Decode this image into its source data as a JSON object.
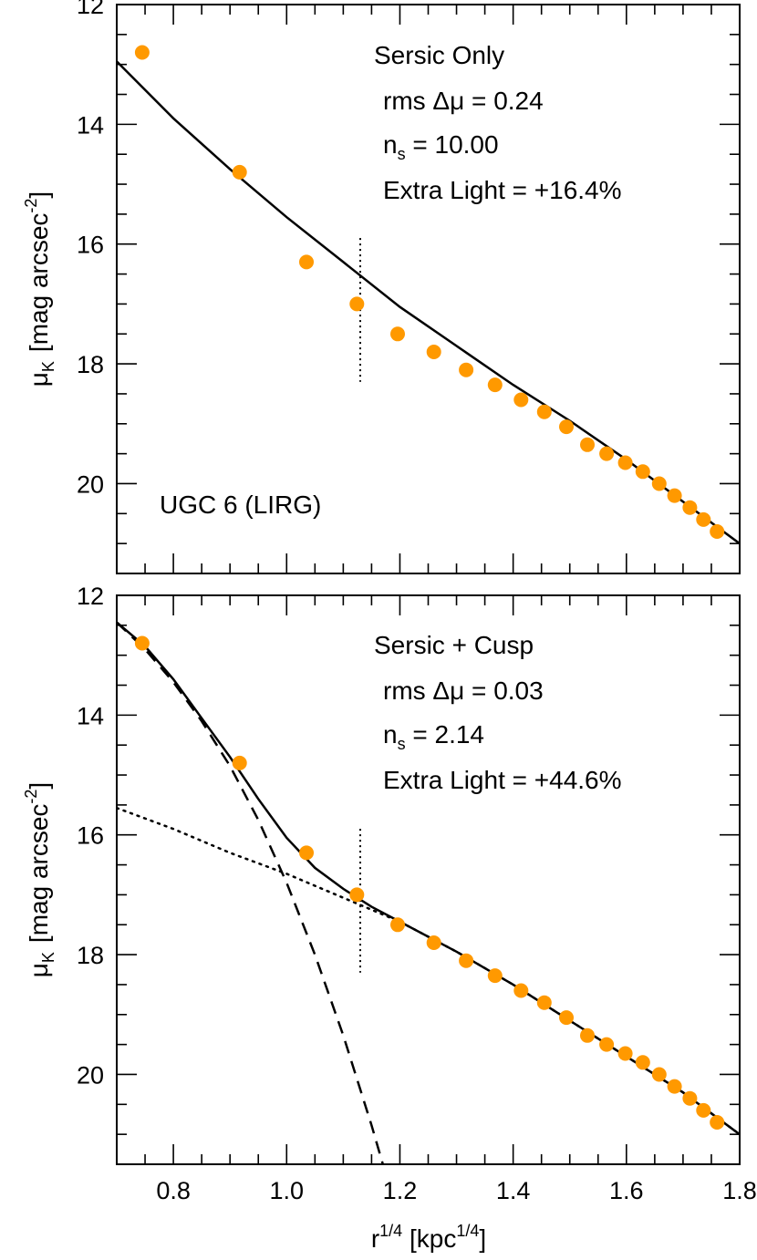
{
  "chart_data": [
    {
      "type": "scatter",
      "panel": "top",
      "xlim": [
        0.7,
        1.8
      ],
      "ylim": [
        21.5,
        12.0
      ],
      "y_inverted": true,
      "yticks": [
        "12",
        "14",
        "16",
        "18",
        "20"
      ],
      "ylabel_prefix": "μ",
      "ylabel_sub": "K",
      "ylabel_main": "[mag arcsec",
      "ylabel_sup": "-2",
      "ylabel_close": "]",
      "annotations": {
        "model": "Sersic Only",
        "rms_prefix": "rms Δμ = ",
        "rms_value": "0.24",
        "n_base": "n",
        "n_sub": "s",
        "n_eq": " = ",
        "n_value": "10.00",
        "extra_prefix": "Extra Light = ",
        "extra_value": "+16.4%",
        "galaxy": "UGC 6 (LIRG)"
      },
      "marker_color": "#ff9900",
      "points": {
        "x": [
          0.745,
          0.917,
          1.035,
          1.124,
          1.196,
          1.26,
          1.317,
          1.368,
          1.414,
          1.455,
          1.494,
          1.531,
          1.565,
          1.598,
          1.629,
          1.658,
          1.685,
          1.712,
          1.736,
          1.76
        ],
        "y": [
          12.8,
          14.8,
          16.3,
          17.0,
          17.5,
          17.8,
          18.1,
          18.35,
          18.6,
          18.8,
          19.05,
          19.35,
          19.5,
          19.65,
          19.8,
          20.0,
          20.2,
          20.4,
          20.6,
          20.8
        ]
      },
      "curves": [
        {
          "style": "solid",
          "x": [
            0.7,
            0.8,
            0.9,
            1.0,
            1.1,
            1.2,
            1.3,
            1.4,
            1.5,
            1.6,
            1.7,
            1.8
          ],
          "y": [
            12.95,
            13.9,
            14.75,
            15.55,
            16.3,
            17.05,
            17.7,
            18.35,
            18.95,
            19.6,
            20.3,
            21.0
          ]
        }
      ],
      "cut_x": 1.13,
      "cut_y": [
        15.9,
        18.3
      ]
    },
    {
      "type": "scatter",
      "panel": "bottom",
      "xlim": [
        0.7,
        1.8
      ],
      "ylim": [
        21.5,
        12.0
      ],
      "y_inverted": true,
      "xticks": [
        "0.8",
        "1.0",
        "1.2",
        "1.4",
        "1.6",
        "1.8"
      ],
      "yticks": [
        "12",
        "14",
        "16",
        "18",
        "20"
      ],
      "xlabel_base": "r",
      "xlabel_sup": "1/4",
      "xlabel_main": "  [kpc",
      "xlabel_sup2": "1/4",
      "xlabel_close": "]",
      "ylabel_prefix": "μ",
      "ylabel_sub": "K",
      "ylabel_main": "[mag arcsec",
      "ylabel_sup": "-2",
      "ylabel_close": "]",
      "annotations": {
        "model": "Sersic + Cusp",
        "rms_prefix": "rms Δμ = ",
        "rms_value": "0.03",
        "n_base": "n",
        "n_sub": "s",
        "n_eq": " = ",
        "n_value": "2.14",
        "extra_prefix": "Extra Light = ",
        "extra_value": "+44.6%"
      },
      "marker_color": "#ff9900",
      "points": {
        "x": [
          0.745,
          0.917,
          1.035,
          1.124,
          1.196,
          1.26,
          1.317,
          1.368,
          1.414,
          1.455,
          1.494,
          1.531,
          1.565,
          1.598,
          1.629,
          1.658,
          1.685,
          1.712,
          1.736,
          1.76
        ],
        "y": [
          12.8,
          14.8,
          16.3,
          17.0,
          17.5,
          17.8,
          18.1,
          18.35,
          18.6,
          18.8,
          19.05,
          19.35,
          19.5,
          19.65,
          19.8,
          20.0,
          20.2,
          20.4,
          20.6,
          20.8
        ]
      },
      "curves": [
        {
          "style": "solid",
          "x": [
            0.7,
            0.75,
            0.8,
            0.85,
            0.9,
            0.95,
            1.0,
            1.05,
            1.1,
            1.15,
            1.2,
            1.3,
            1.4,
            1.5,
            1.6,
            1.7,
            1.8
          ],
          "y": [
            12.45,
            12.85,
            13.4,
            14.05,
            14.7,
            15.4,
            16.05,
            16.55,
            16.9,
            17.2,
            17.45,
            17.95,
            18.5,
            19.1,
            19.7,
            20.3,
            21.0
          ]
        },
        {
          "style": "dashed",
          "x": [
            0.7,
            0.75,
            0.8,
            0.85,
            0.9,
            0.95,
            1.0,
            1.05,
            1.1,
            1.15,
            1.17
          ],
          "y": [
            12.45,
            12.9,
            13.45,
            14.1,
            14.85,
            15.75,
            16.8,
            18.0,
            19.35,
            20.85,
            21.5
          ]
        },
        {
          "style": "dotted",
          "x": [
            0.7,
            0.8,
            0.9,
            1.0,
            1.1,
            1.2,
            1.3,
            1.4,
            1.5,
            1.6,
            1.7,
            1.8
          ],
          "y": [
            15.55,
            15.9,
            16.3,
            16.65,
            17.05,
            17.45,
            17.95,
            18.5,
            19.1,
            19.7,
            20.3,
            21.0
          ]
        }
      ],
      "cut_x": 1.13,
      "cut_y": [
        15.9,
        18.3
      ]
    }
  ]
}
